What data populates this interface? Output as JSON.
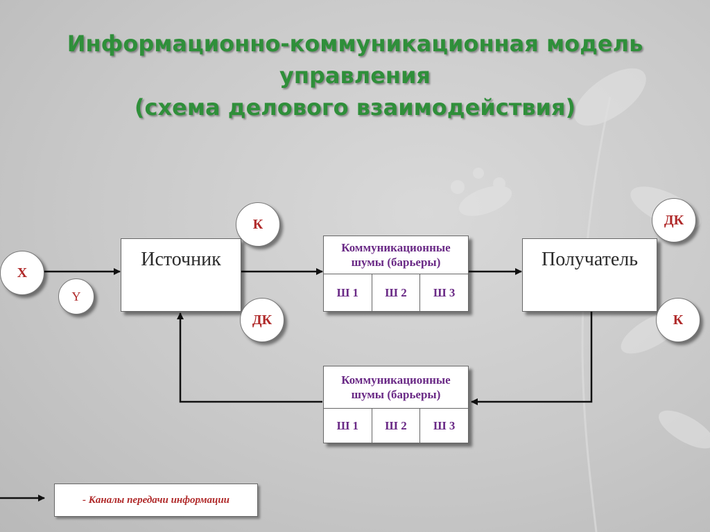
{
  "title": {
    "line1": "Информационно-коммуникационная модель",
    "line2": "управления",
    "line3": "(схема делового взаимодействия)"
  },
  "source": {
    "label": "Источник"
  },
  "receiver": {
    "label": "Получатель"
  },
  "noise_top": {
    "label_line1": "Коммуникационные",
    "label_line2": "шумы (барьеры)",
    "cells": [
      "Ш 1",
      "Ш 2",
      "Ш 3"
    ]
  },
  "noise_bottom": {
    "label_line1": "Коммуникационные",
    "label_line2": "шумы (барьеры)",
    "cells": [
      "Ш 1",
      "Ш 2",
      "Ш 3"
    ]
  },
  "circles": {
    "x": "Х",
    "y": "Y",
    "k_source": "К",
    "dk_source": "ДК",
    "dk_receiver": "ДК",
    "k_receiver": "К"
  },
  "legend": {
    "text": "- Каналы передачи информации"
  },
  "colors": {
    "title": "#2f8f3a",
    "circle_text": "#b02a2a",
    "noise_text": "#6a2a86"
  }
}
